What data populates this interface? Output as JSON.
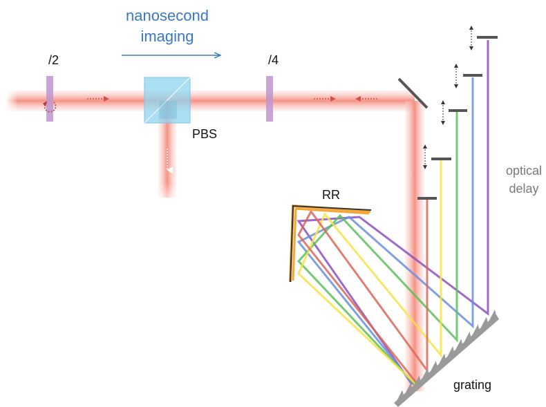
{
  "labels": {
    "title_line1": "nanosecond",
    "title_line2": "imaging",
    "half_wave": "/2",
    "quarter_wave": "/4",
    "pbs": "PBS",
    "rr": "RR",
    "optical_delay_line1": "optical",
    "optical_delay_line2": "delay",
    "grating": "grating"
  },
  "colors": {
    "laser_beam": "#f7a59a",
    "laser_core": "#f5cfc8",
    "arrow": "#d2524a",
    "title": "#3a78c5",
    "waveplate": "#bf94d0",
    "pbs_cube": "#8fd4ef",
    "mirror": "#555555",
    "grating": "#9a9a9a",
    "retroreflector_frame": "#333333",
    "retroreflector_face": "#f2a73b",
    "label_grey": "#7a7a7a",
    "spectral_red": "#e07a6a",
    "spectral_yellow": "#f7e24a",
    "spectral_green": "#5cbf5c",
    "spectral_blue": "#6b8fdc",
    "spectral_purple": "#9256c5"
  },
  "spectral_channels": [
    {
      "name": "red",
      "color": "#d9695a"
    },
    {
      "name": "yellow",
      "color": "#f7e24a"
    },
    {
      "name": "green",
      "color": "#5cbf5c"
    },
    {
      "name": "blue",
      "color": "#6b8fdc"
    },
    {
      "name": "purple",
      "color": "#8c4fc2"
    }
  ]
}
